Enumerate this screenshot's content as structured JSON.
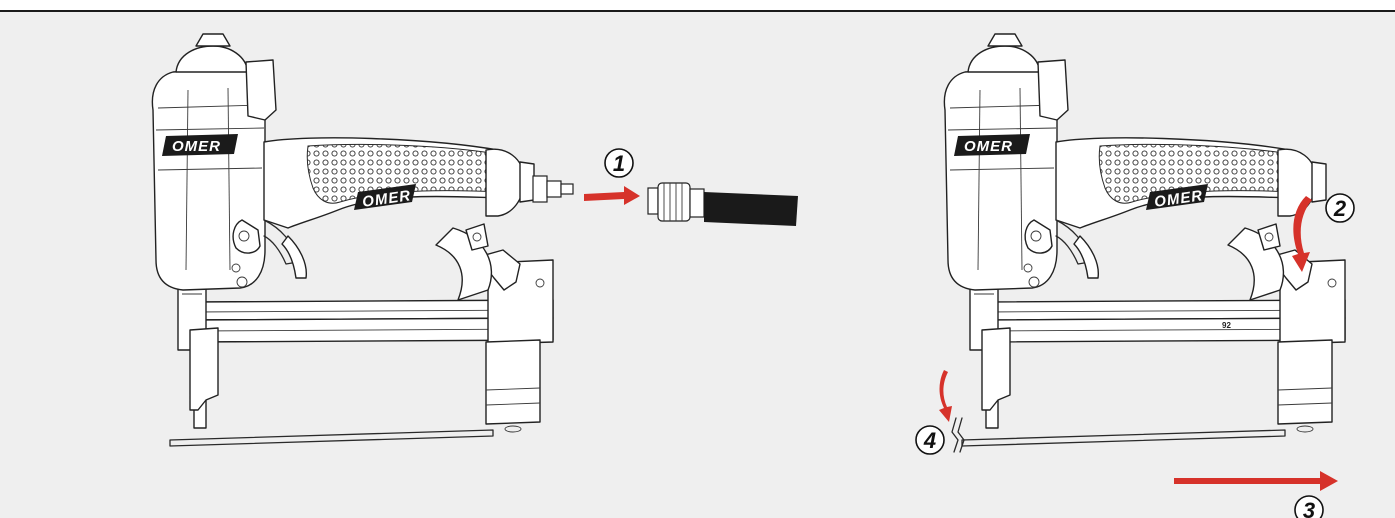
{
  "brand": "OMER",
  "steps": {
    "step1": "1",
    "step2": "2",
    "step3": "3",
    "step4": "4"
  },
  "magazine_label": "92",
  "colors": {
    "background": "#efefef",
    "arrow": "#d6322a",
    "line": "#2a2a2a",
    "hose": "#1a1a1a"
  },
  "icons": [
    "stapler-tool",
    "air-coupler",
    "air-hose",
    "red-arrow",
    "circled-number",
    "staple"
  ]
}
